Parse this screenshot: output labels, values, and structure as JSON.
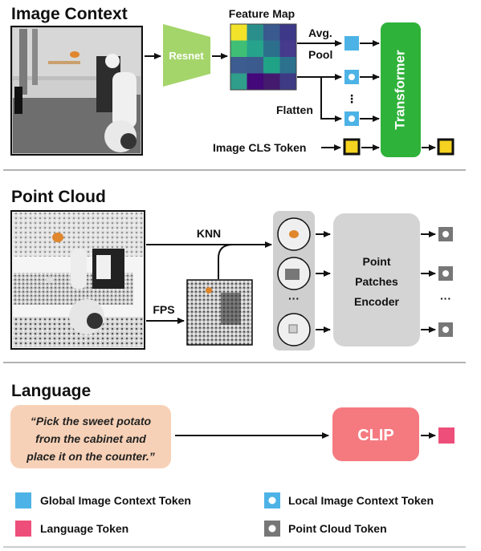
{
  "sections": {
    "image_context": "Image Context",
    "point_cloud": "Point Cloud",
    "language": "Language"
  },
  "image_context": {
    "resnet": "Resnet",
    "feature_map": "Feature Map",
    "avg": "Avg.",
    "pool": "Pool",
    "flatten": "Flatten",
    "dots": "⋮",
    "transformer": "Transformer",
    "cls_token": "Image CLS Token",
    "heatmap_colors": [
      [
        "#f2e22a",
        "#2a8f8b",
        "#39598f",
        "#3d3887"
      ],
      [
        "#3fbf76",
        "#26a38b",
        "#2c6f8c",
        "#463a8c"
      ],
      [
        "#3d5c90",
        "#3b5a8e",
        "#20a287",
        "#2c718e"
      ],
      [
        "#2f9e8a",
        "#44087a",
        "#441a6e",
        "#3e3a84"
      ]
    ]
  },
  "point_cloud": {
    "knn": "KNN",
    "fps": "FPS",
    "dots": "···",
    "encoder_lines": [
      "Point",
      "Patches",
      "Encoder"
    ],
    "out_dots": "···"
  },
  "language": {
    "prompt_lines": [
      "“Pick the sweet potato",
      "from the cabinet and",
      "place it on the counter.”"
    ],
    "clip": "CLIP"
  },
  "legend": {
    "global": "Global Image Context Token",
    "local": "Local Image Context Token",
    "language": "Language Token",
    "point": "Point Cloud Token"
  },
  "colors": {
    "global_token": "#4db3e6",
    "language_token": "#ee4f7a",
    "point_token": "#777777",
    "cls_token": "#f5d320",
    "transformer": "#2fb23a",
    "resnet": "#a4d56a",
    "encoder": "#d4d4d4",
    "clip": "#f57a80",
    "prompt_bg": "#f7d1b7"
  }
}
